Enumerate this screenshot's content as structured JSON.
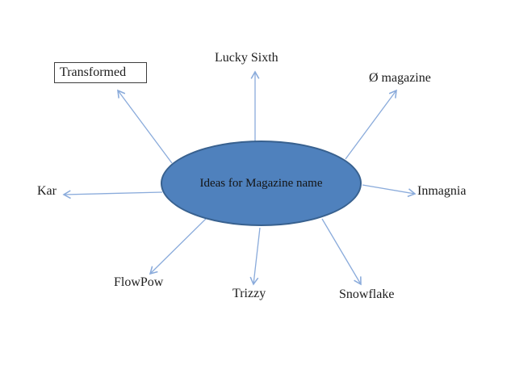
{
  "diagram": {
    "title": "Magazine name brainstorm mind map",
    "center": {
      "label": "Ideas for Magazine name"
    },
    "ideas": [
      {
        "label": "Transformed",
        "boxed": true
      },
      {
        "label": "Lucky Sixth",
        "boxed": false
      },
      {
        "label": "Ø magazine",
        "boxed": false
      },
      {
        "label": "Kar",
        "boxed": false
      },
      {
        "label": "Inmagnia",
        "boxed": false
      },
      {
        "label": "FlowPow",
        "boxed": false
      },
      {
        "label": "Trizzy",
        "boxed": false
      },
      {
        "label": "Snowflake",
        "boxed": false
      }
    ],
    "colors": {
      "background": "#ffffff",
      "ellipse_fill": "#4f81bd",
      "ellipse_border": "#38618f",
      "arrow": "#8aabdb",
      "text": "#1c1c1c",
      "box_border": "#3d3d3d"
    }
  }
}
